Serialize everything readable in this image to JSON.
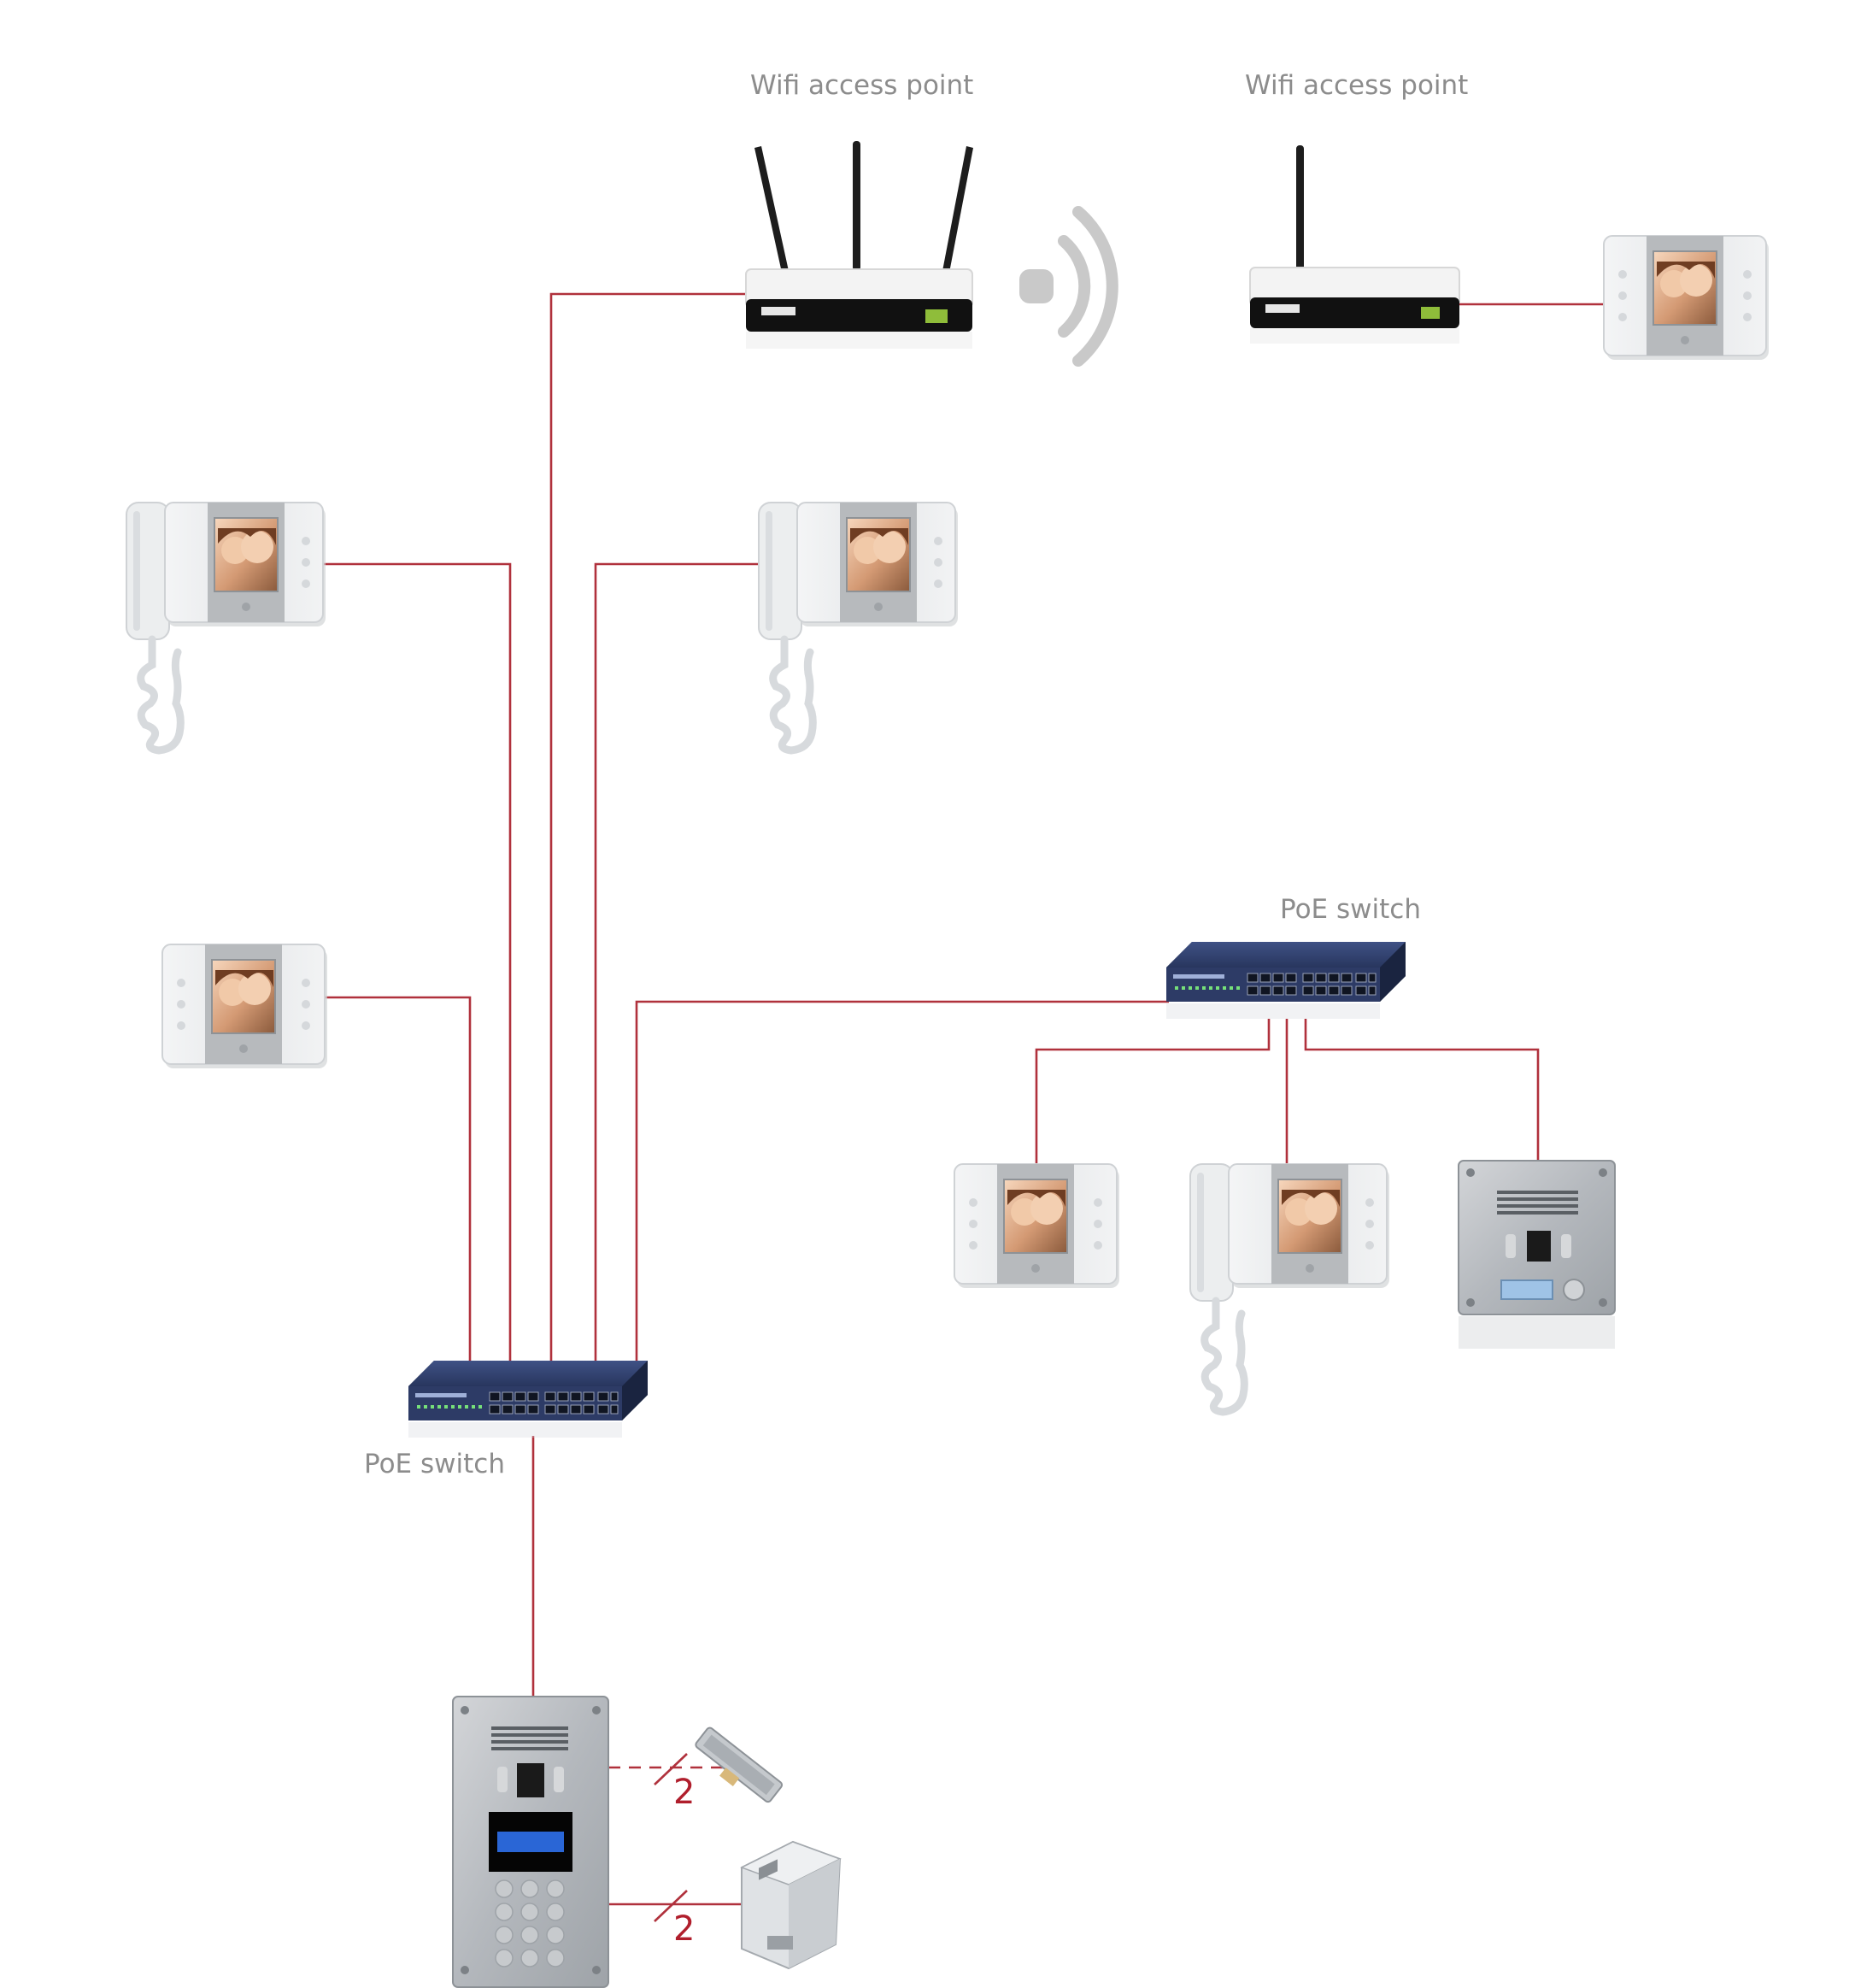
{
  "labels": {
    "wifi_ap_1": "Wifi access point",
    "wifi_ap_2": "Wifi access point",
    "poe_switch_main": "PoE switch",
    "poe_switch_remote": "PoE switch"
  },
  "wire_counts": {
    "lock_wires": "2",
    "power_wires": "2"
  },
  "colors": {
    "wire": "#b0313c",
    "label": "#8c8c8c",
    "wire_count": "#b01e2c",
    "switch_body": "#2b3a63",
    "router_body": "#f2f2f2",
    "monitor_body": "#e3e5e7",
    "panel_steel": "#b9bcc0"
  },
  "icons": [
    "wifi-router-icon",
    "wifi-signal-icon",
    "video-monitor-icon",
    "handset-monitor-icon",
    "poe-switch-icon",
    "door-entry-panel-icon",
    "keypad-entry-panel-icon",
    "electric-lock-icon",
    "power-supply-icon"
  ]
}
